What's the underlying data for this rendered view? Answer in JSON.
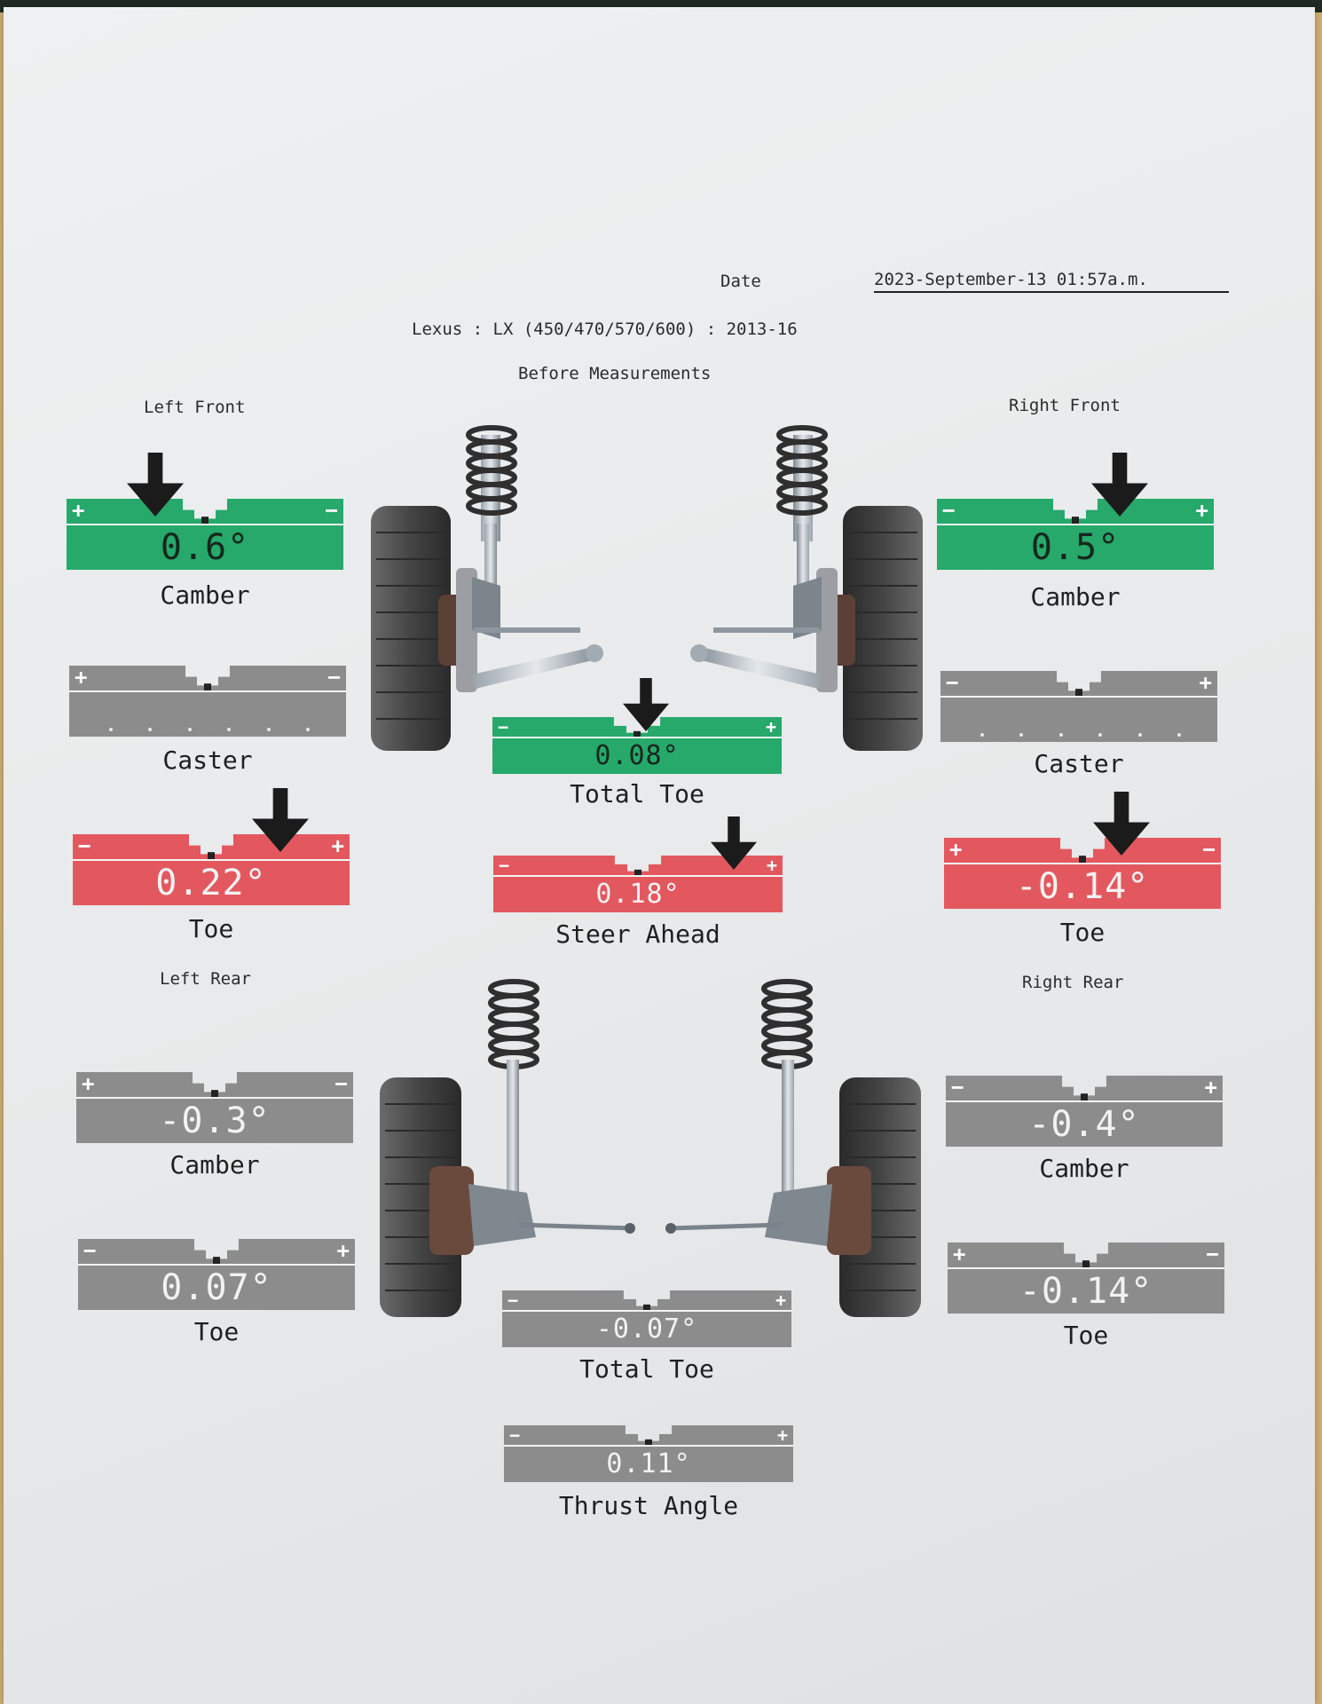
{
  "header": {
    "date_label": "Date",
    "date_value": "2023-September-13 01:57a.m.",
    "vehicle": "Lexus : LX (450/470/570/600) : 2013-16",
    "stage": "Before Measurements"
  },
  "sections": {
    "left_front": "Left Front",
    "right_front": "Right Front",
    "left_rear": "Left Rear",
    "right_rear": "Right Rear"
  },
  "gauges": {
    "lf_camber": {
      "label": "Camber",
      "value": "0.6°",
      "status": "green",
      "left_sign": "+",
      "right_sign": "−",
      "pointer_fraction": 0.32
    },
    "lf_caster": {
      "label": "Caster",
      "value": "",
      "status": "gray",
      "left_sign": "+",
      "right_sign": "−"
    },
    "lf_toe": {
      "label": "Toe",
      "value": "0.22°",
      "status": "red",
      "left_sign": "−",
      "right_sign": "+",
      "pointer_fraction": 0.75
    },
    "rf_camber": {
      "label": "Camber",
      "value": "0.5°",
      "status": "green",
      "left_sign": "−",
      "right_sign": "+",
      "pointer_fraction": 0.66
    },
    "rf_caster": {
      "label": "Caster",
      "value": "",
      "status": "gray",
      "left_sign": "−",
      "right_sign": "+"
    },
    "rf_toe": {
      "label": "Toe",
      "value": "-0.14°",
      "status": "red",
      "left_sign": "+",
      "right_sign": "−",
      "pointer_fraction": 0.64
    },
    "front_total_toe": {
      "label": "Total Toe",
      "value": "0.08°",
      "status": "green",
      "left_sign": "−",
      "right_sign": "+",
      "pointer_fraction": 0.53
    },
    "steer_ahead": {
      "label": "Steer Ahead",
      "value": "0.18°",
      "status": "red",
      "left_sign": "−",
      "right_sign": "+",
      "pointer_fraction": 0.83
    },
    "lr_camber": {
      "label": "Camber",
      "value": "-0.3°",
      "status": "gray",
      "left_sign": "+",
      "right_sign": "−"
    },
    "lr_toe": {
      "label": "Toe",
      "value": "0.07°",
      "status": "gray",
      "left_sign": "−",
      "right_sign": "+"
    },
    "rr_camber": {
      "label": "Camber",
      "value": "-0.4°",
      "status": "gray",
      "left_sign": "−",
      "right_sign": "+"
    },
    "rr_toe": {
      "label": "Toe",
      "value": "-0.14°",
      "status": "gray",
      "left_sign": "+",
      "right_sign": "−"
    },
    "rear_total_toe": {
      "label": "Total Toe",
      "value": "-0.07°",
      "status": "gray",
      "left_sign": "−",
      "right_sign": "+"
    },
    "thrust_angle": {
      "label": "Thrust Angle",
      "value": "0.11°",
      "status": "gray",
      "left_sign": "−",
      "right_sign": "+"
    }
  },
  "colors": {
    "in_spec": "#26a96b",
    "out_of_spec": "#e3585f",
    "no_spec": "#8c8c8c"
  }
}
